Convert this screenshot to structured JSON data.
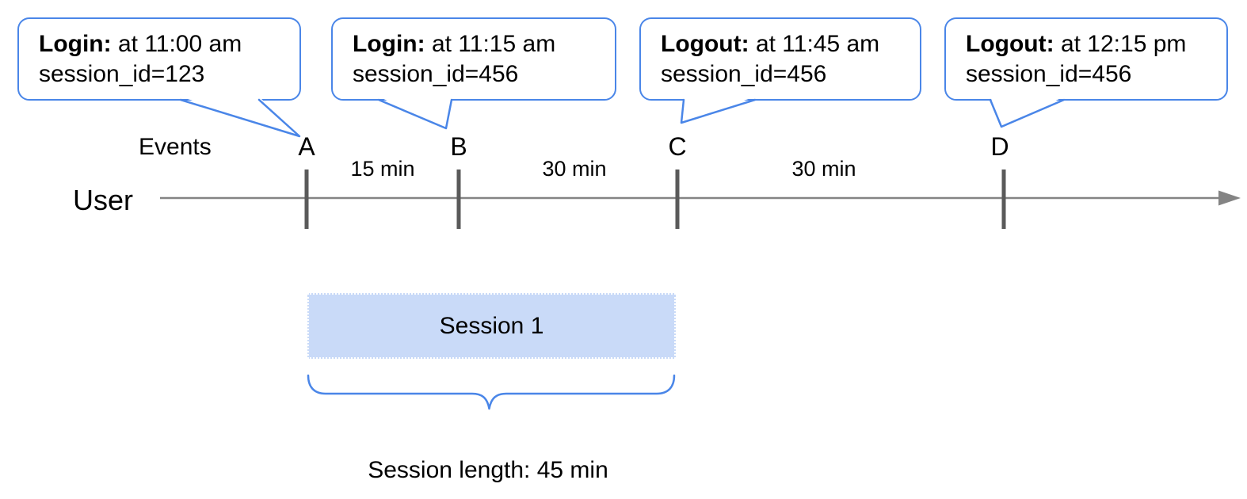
{
  "diagram": {
    "title_hint": "User session timeline",
    "callouts": [
      {
        "label": "Login:",
        "time": " at 11:00 am",
        "session": "session_id=123"
      },
      {
        "label": "Login:",
        "time": " at 11:15 am",
        "session": "session_id=456"
      },
      {
        "label": "Logout:",
        "time": " at 11:45 am",
        "session": "session_id=456"
      },
      {
        "label": "Logout:",
        "time": " at 12:15 pm",
        "session": "session_id=456"
      }
    ],
    "events_label": "Events",
    "user_label": "User",
    "event_markers": [
      "A",
      "B",
      "C",
      "D"
    ],
    "intervals": [
      "15 min",
      "30 min",
      "30 min"
    ],
    "session_box_label": "Session 1",
    "session_length_label": "Session length: 45 min",
    "colors": {
      "accent_blue": "#4a86e8",
      "session_fill": "#c9daf8",
      "timeline_gray": "#848484",
      "tick_gray": "#5a5a5a",
      "text": "#000000"
    }
  }
}
